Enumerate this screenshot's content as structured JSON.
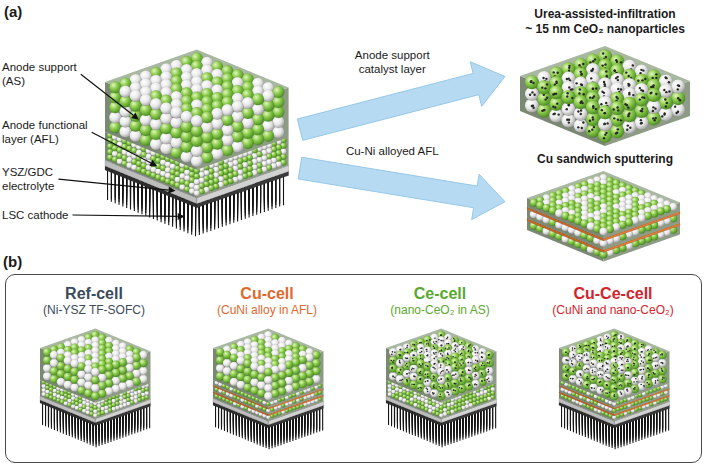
{
  "diagram": {
    "nodes": [
      {
        "text": [
          "Anode support (AS)",
          "Anode functional layer (AFL)",
          "YSZ/GDC electrolyte",
          "LSC cathode"
        ]
      },
      {
        "text": [
          "Urea-assisted-infiltration",
          "~ 15 nm CeO₂ nanoparticles"
        ]
      },
      {
        "text": [
          "Cu sandwich sputtering"
        ]
      },
      {
        "text": [
          "(b)"
        ]
      },
      {
        "text": [
          "Ref-cell",
          "(Ni-YSZ TF-SOFC)"
        ],
        "in": 3
      },
      {
        "text": [
          "Cu-cell",
          "(CuNi alloy in AFL)"
        ],
        "in": 3
      },
      {
        "text": [
          "Ce-cell",
          "(nano-CeO₂ in AS)"
        ],
        "in": 3
      },
      {
        "text": [
          "Cu-Ce-cell",
          "(CuNi and nano-CeO₂)"
        ],
        "in": 3
      }
    ],
    "edges": [
      {
        "from": 0,
        "to": 1,
        "arrow": "to",
        "label": "Anode support catalyst layer"
      },
      {
        "from": 0,
        "to": 2,
        "arrow": "to",
        "label": "Cu-Ni alloyed AFL"
      }
    ],
    "labels": [
      "(a)"
    ]
  }
}
